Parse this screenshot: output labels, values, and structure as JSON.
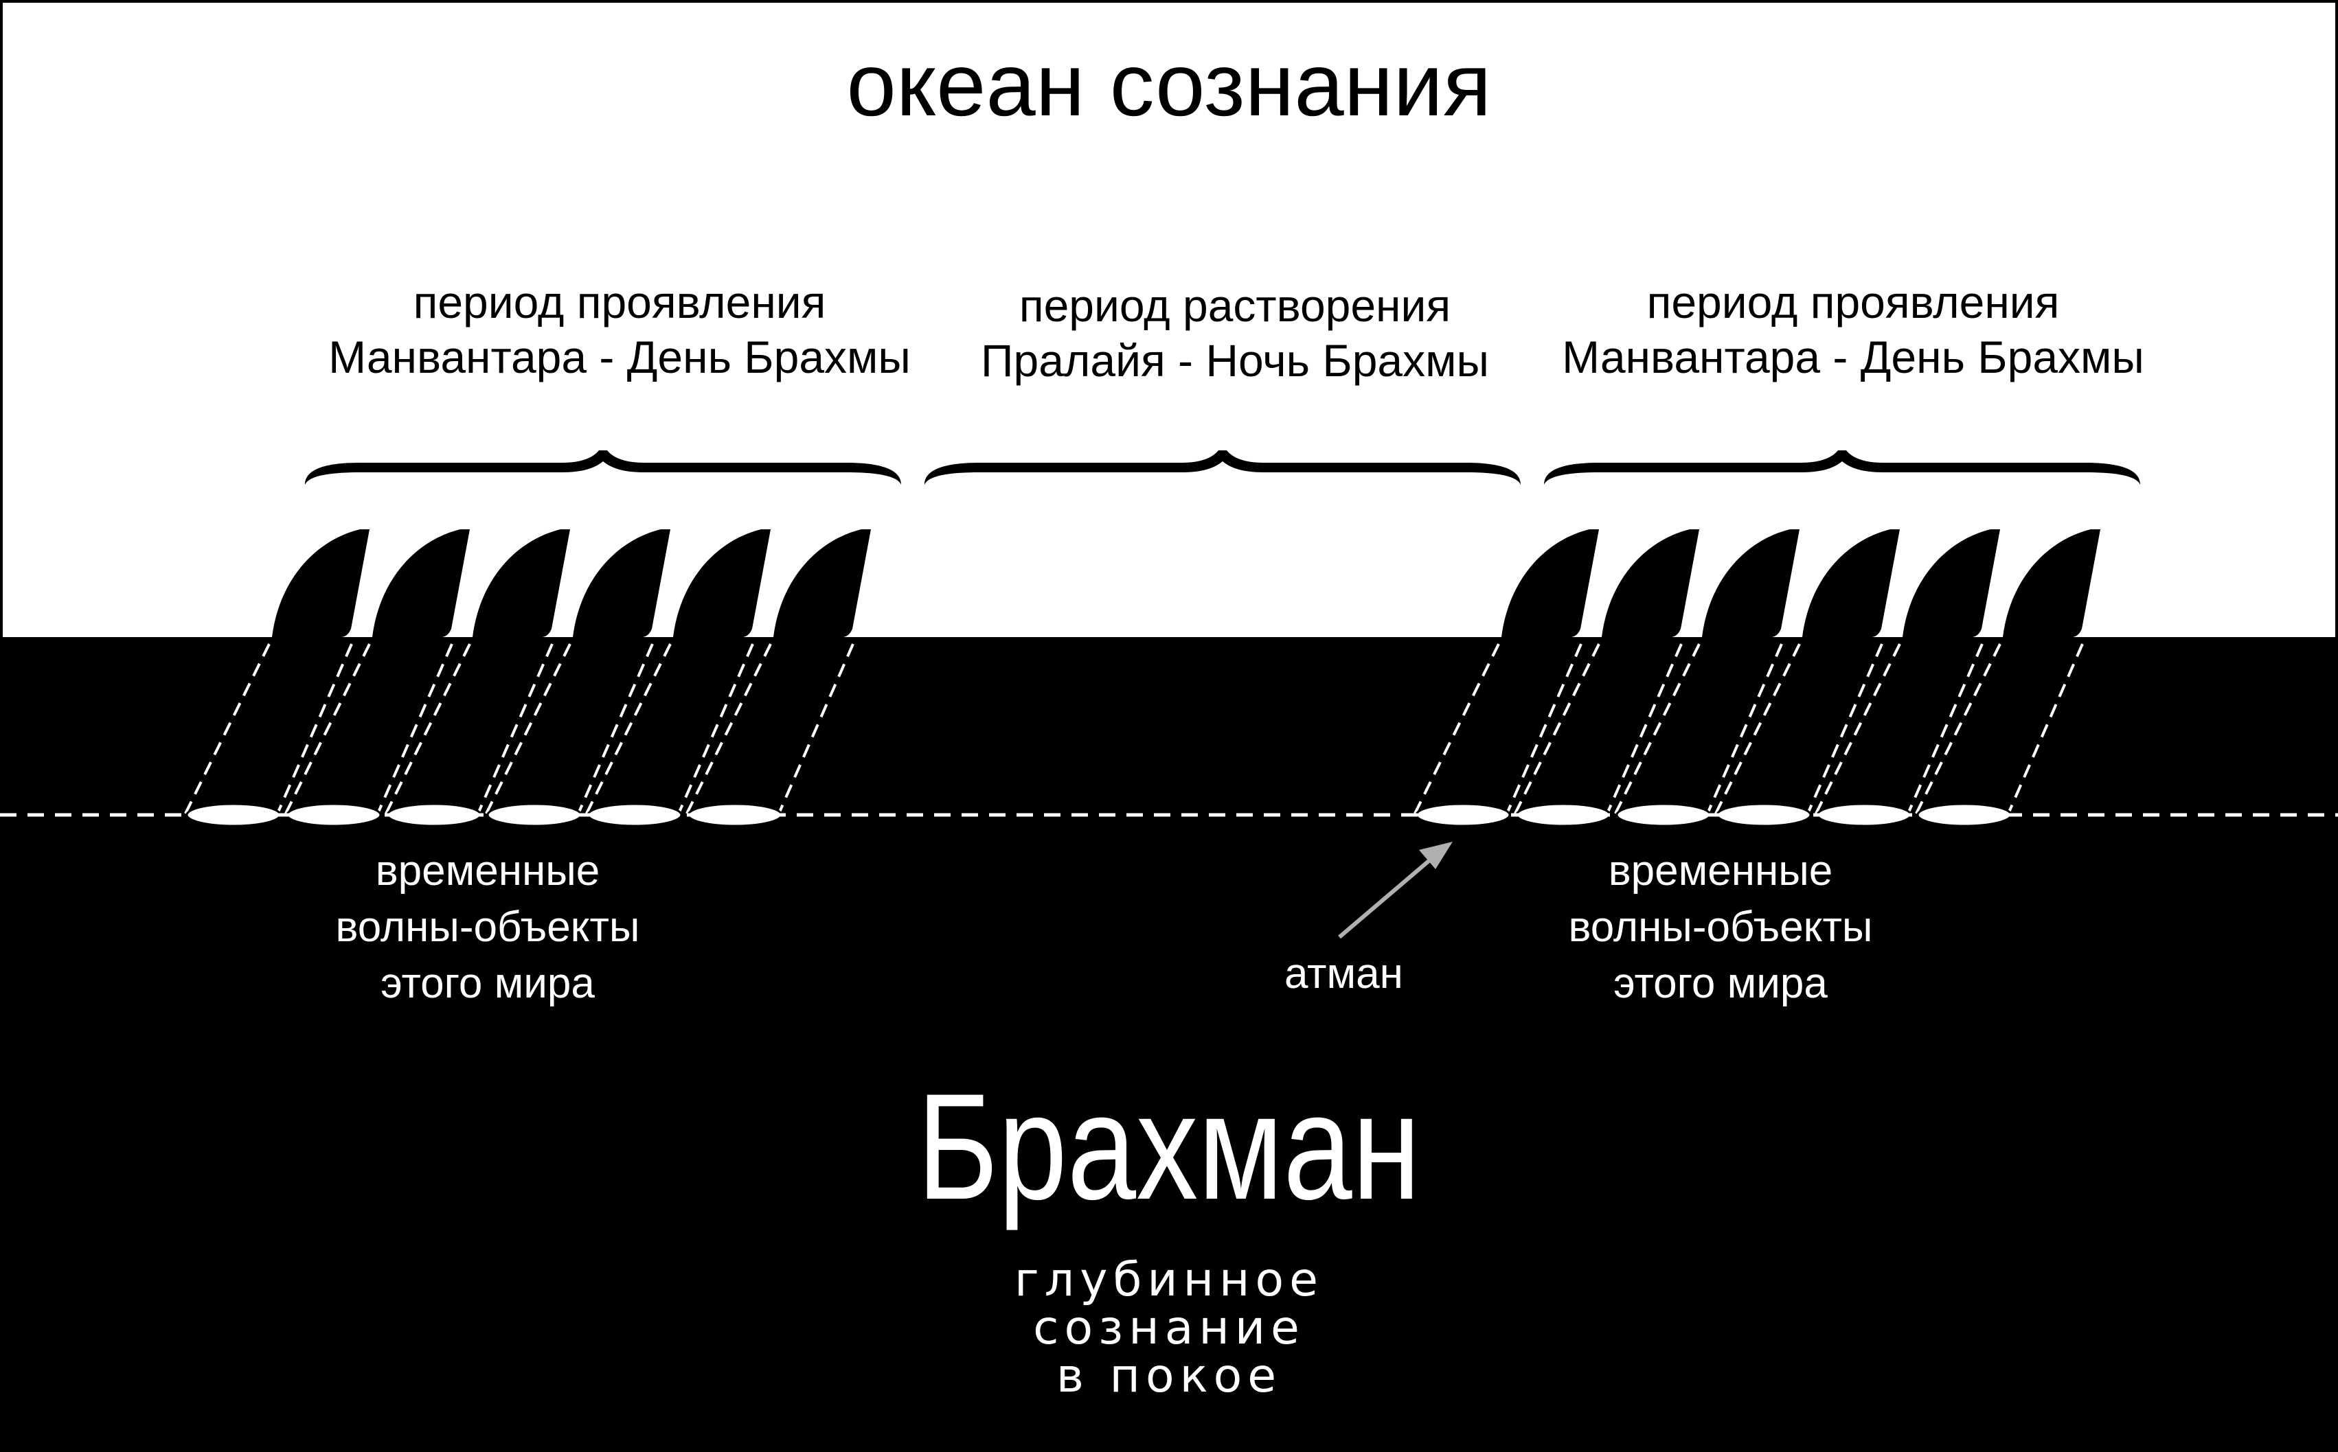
{
  "title": "океан сознания",
  "periods": [
    {
      "line1": "период проявления",
      "line2": "Манвантара - День Брахмы"
    },
    {
      "line1": "период растворения",
      "line2": "Пралайя - Ночь Брахмы"
    },
    {
      "line1": "период проявления",
      "line2": "Манвантара - День Брахмы"
    }
  ],
  "waves_label": [
    "временные",
    "волны-объекты",
    "этого  мира"
  ],
  "atman": "атман",
  "brahman": "Брахман",
  "deep_consciousness": [
    "глубинное",
    "сознание",
    "в покое"
  ],
  "colors": {
    "ocean": "#000000",
    "sky": "#ffffff",
    "dashed": "#ffffff",
    "arrow": "#b0b0b0"
  }
}
